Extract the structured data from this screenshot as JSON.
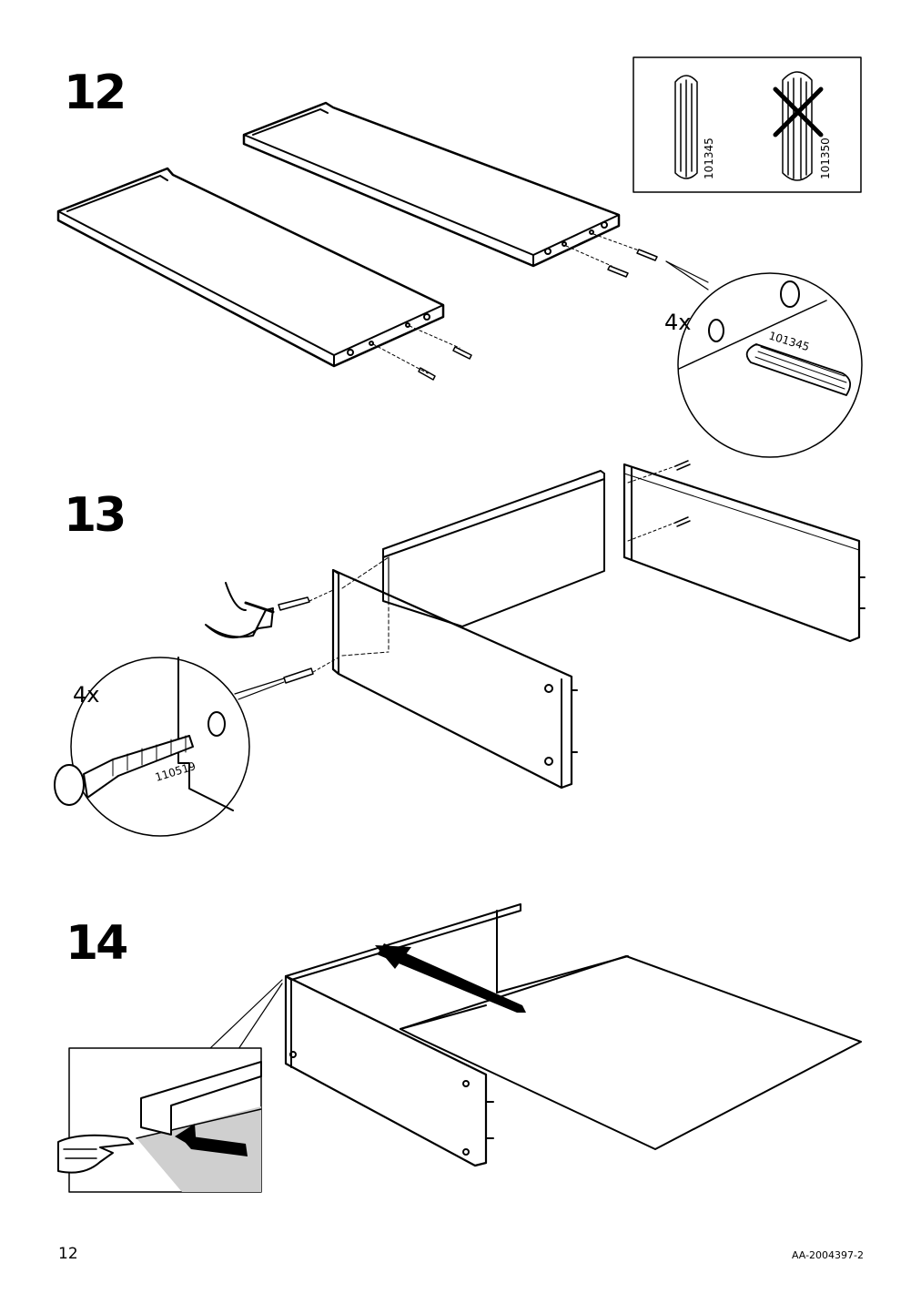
{
  "steps": {
    "s12": "12",
    "s13": "13",
    "s14": "14"
  },
  "parts": {
    "dowel_ok": "101345",
    "dowel_wrong": "101350",
    "zoom_dowel": "101345",
    "screw": "110519"
  },
  "quantities": {
    "dowel_qty": "4x",
    "screw_qty": "4x"
  },
  "footer": {
    "page_number": "12",
    "doc_code": "AA-2004397-2"
  }
}
